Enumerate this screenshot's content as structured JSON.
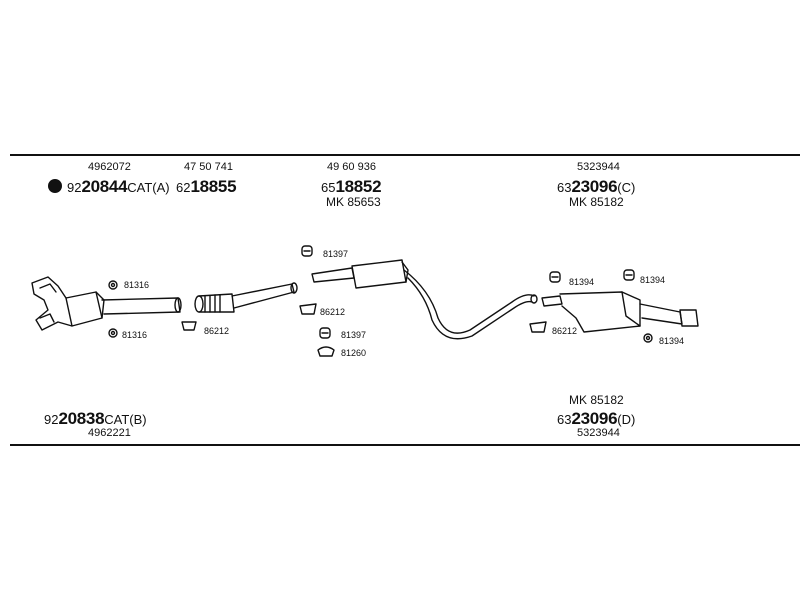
{
  "header_refs": {
    "r1": "4962072",
    "r2": "47 50 741",
    "r3": "49 60 936",
    "r4": "5323944"
  },
  "top_parts": {
    "cat_a": {
      "prefix": "92",
      "num": "20844",
      "suffix": "CAT(A)"
    },
    "p1": {
      "prefix": "62",
      "num": "18855"
    },
    "p2": {
      "prefix": "65",
      "num": "18852"
    },
    "p2_mk": "MK 85653",
    "p3": {
      "prefix": "63",
      "num": "23096",
      "suffix": "(C)"
    },
    "p3_mk": "MK 85182"
  },
  "bottom_parts": {
    "cat_b": {
      "prefix": "92",
      "num": "20838",
      "suffix": "CAT(B)"
    },
    "cat_b_ref": "4962221",
    "p4_mk": "MK 85182",
    "p4": {
      "prefix": "63",
      "num": "23096",
      "suffix": "(D)"
    },
    "p4_ref": "5323944"
  },
  "small_labels": {
    "a": "81316",
    "b": "81316",
    "c": "86212",
    "d": "81397",
    "e": "86212",
    "f": "81397",
    "g": "81260",
    "h": "81394",
    "i": "81394",
    "j": "86212",
    "k": "81394"
  }
}
